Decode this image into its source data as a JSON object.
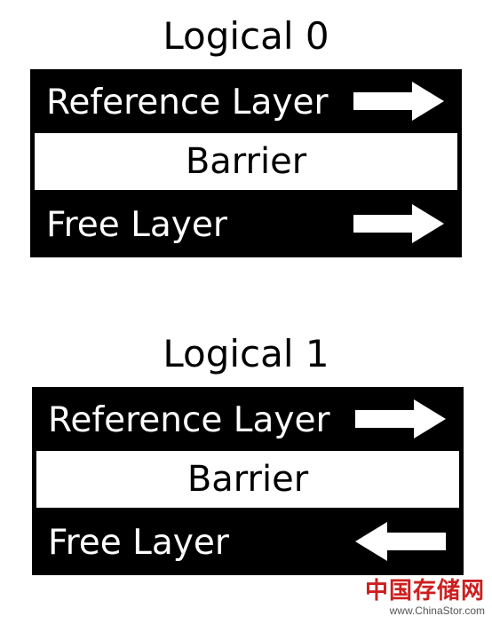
{
  "diagrams": [
    {
      "title": "Logical 0",
      "reference_layer": {
        "label": "Reference Layer",
        "arrow_direction": "right"
      },
      "barrier": {
        "label": "Barrier"
      },
      "free_layer": {
        "label": "Free Layer",
        "arrow_direction": "right"
      }
    },
    {
      "title": "Logical 1",
      "reference_layer": {
        "label": "Reference Layer",
        "arrow_direction": "right"
      },
      "barrier": {
        "label": "Barrier"
      },
      "free_layer": {
        "label": "Free Layer",
        "arrow_direction": "left"
      }
    }
  ],
  "watermark": {
    "brand": "中国存储网",
    "url": "www.ChinaStor.com"
  },
  "colors": {
    "layer_fill": "#000000",
    "barrier_fill": "#ffffff",
    "arrow_fill": "#ffffff",
    "watermark_red": "#cc1f1f"
  }
}
